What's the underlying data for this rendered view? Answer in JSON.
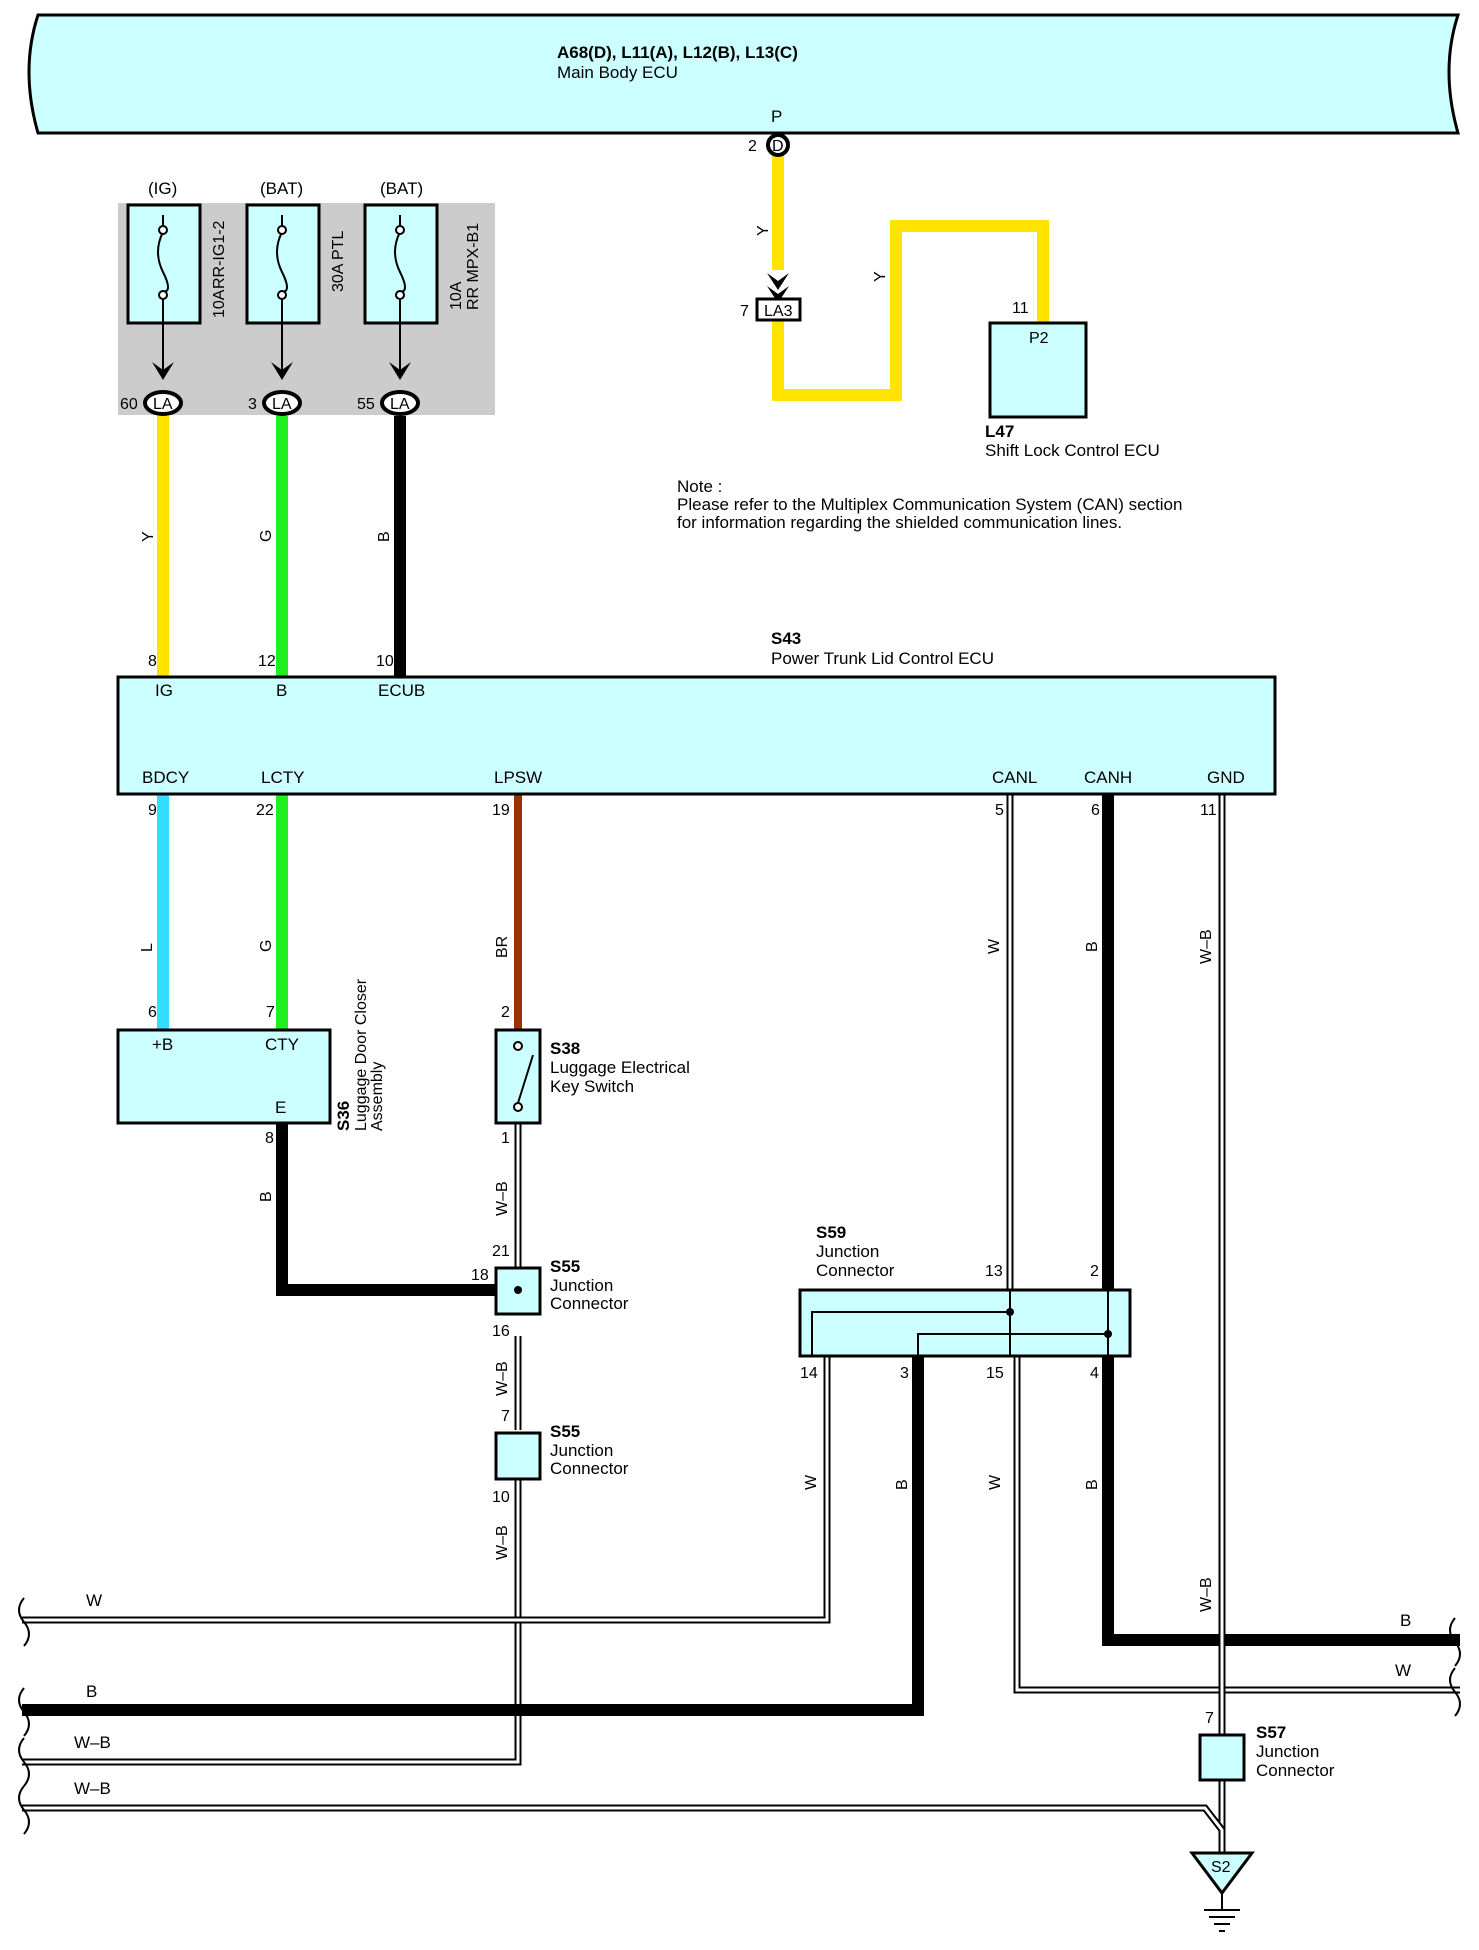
{
  "main_ecu": {
    "codes": "A68(D), L11(A), L12(B), L13(C)",
    "name": "Main Body ECU",
    "pin_name": "P",
    "pin_num": "2",
    "conn": "D"
  },
  "fuses": [
    {
      "supply": "(IG)",
      "rating": "10A",
      "name": "RR-IG1-2",
      "pin": "60",
      "conn": "LA"
    },
    {
      "supply": "(BAT)",
      "rating": "30A",
      "name": "PTL",
      "pin": "3",
      "conn": "LA"
    },
    {
      "supply": "(BAT)",
      "rating": "10A",
      "name": "RR MPX-B1",
      "pin": "55",
      "conn": "LA"
    }
  ],
  "la3": {
    "pin": "7",
    "conn": "LA3"
  },
  "l47": {
    "code": "L47",
    "name": "Shift Lock Control ECU",
    "pin": "11",
    "pin_name": "P2"
  },
  "note": {
    "title": "Note :",
    "line1": "Please refer to the Multiplex Communication System (CAN) section",
    "line2": "for information regarding the shielded communication lines."
  },
  "s43": {
    "code": "S43",
    "name": "Power Trunk Lid Control ECU",
    "top_pins": [
      {
        "num": "8",
        "name": "IG"
      },
      {
        "num": "12",
        "name": "B"
      },
      {
        "num": "10",
        "name": "ECUB"
      }
    ],
    "bottom_pins": [
      {
        "num": "9",
        "name": "BDCY"
      },
      {
        "num": "22",
        "name": "LCTY"
      },
      {
        "num": "19",
        "name": "LPSW"
      },
      {
        "num": "5",
        "name": "CANL"
      },
      {
        "num": "6",
        "name": "CANH"
      },
      {
        "num": "11",
        "name": "GND"
      }
    ]
  },
  "s36": {
    "code": "S36",
    "name_line1": "Luggage Door Closer",
    "name_line2": "Assembly",
    "pin_b": "6",
    "pin_b_name": "+B",
    "pin_cty": "7",
    "pin_cty_name": "CTY",
    "pin_e": "8",
    "pin_e_name": "E"
  },
  "s38": {
    "code": "S38",
    "name_line1": "Luggage Electrical",
    "name_line2": "Key Switch",
    "pin_top": "2",
    "pin_bottom": "1"
  },
  "s55a": {
    "code": "S55",
    "name_line1": "Junction",
    "name_line2": "Connector",
    "pin_top": "21",
    "pin_left": "18",
    "pin_bottom": "16"
  },
  "s55b": {
    "code": "S55",
    "name_line1": "Junction",
    "name_line2": "Connector",
    "pin_top": "7",
    "pin_bottom": "10"
  },
  "s59": {
    "code": "S59",
    "name_line1": "Junction",
    "name_line2": "Connector",
    "pin_13": "13",
    "pin_2": "2",
    "pin_14": "14",
    "pin_3": "3",
    "pin_15": "15",
    "pin_4": "4"
  },
  "s57": {
    "code": "S57",
    "name_line1": "Junction",
    "name_line2": "Connector",
    "pin_top": "7"
  },
  "ground": {
    "label": "S2"
  },
  "wire_colors": {
    "Y": "Y",
    "G": "G",
    "B": "B",
    "L": "L",
    "BR": "BR",
    "W": "W",
    "WB": "W–B"
  },
  "colors": {
    "component_fill": "#ccffff",
    "fuse_panel": "#cccccc",
    "wire_y": "#ffe400",
    "wire_g": "#22ee22",
    "wire_b": "#000000",
    "wire_l": "#33ddff",
    "wire_br": "#993300"
  }
}
